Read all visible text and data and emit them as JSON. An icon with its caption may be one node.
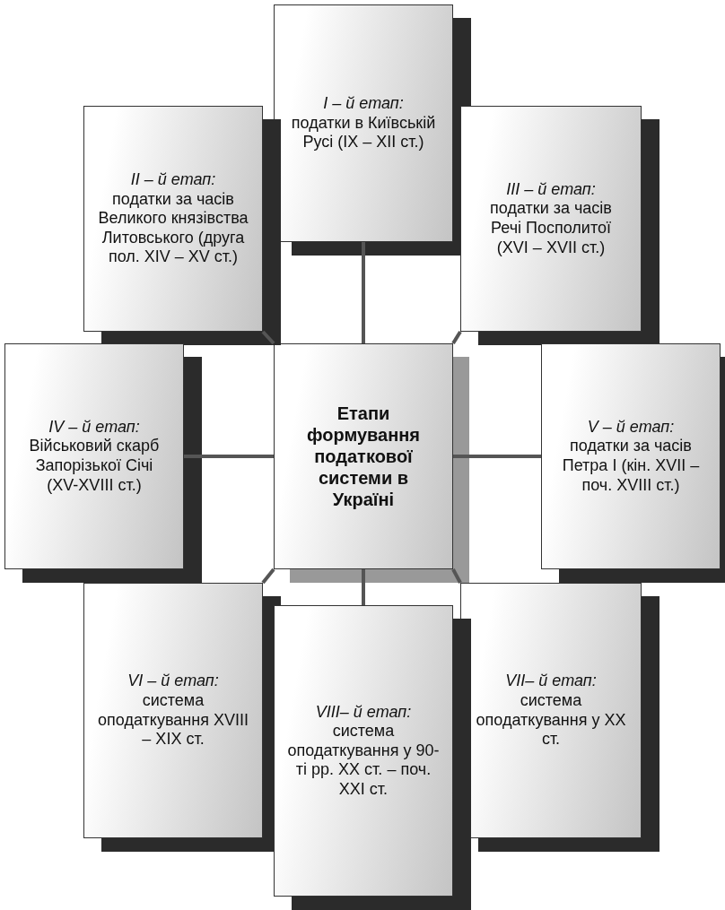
{
  "diagram": {
    "nodes": [
      {
        "text": [
          "Етапи формування податкової системи в Україні"
        ]
      },
      {
        "text": [
          "I – й етап:",
          "податки в Київській Русі (IX – XII ст.)"
        ]
      },
      {
        "text": [
          "II – й етап:",
          "податки за часів Великого князівства Литовського (друга пол. XIV – XV ст.)"
        ]
      },
      {
        "text": [
          "III – й етап:",
          "податки за часів Речі Посполитої (XVI – XVII ст.)"
        ]
      },
      {
        "text": [
          "IV – й етап:",
          "Військовий скарб Запорізької Січі (XV-XVIII ст.)"
        ]
      },
      {
        "text": [
          "V – й етап:",
          "податки за часів Петра I (кін. XVII – поч. XVIII ст.)"
        ]
      },
      {
        "text": [
          "VI – й етап:",
          "система оподаткування XVIII – XIX ст."
        ]
      },
      {
        "text": [
          "VII– й етап:",
          "система оподаткування у XX ст."
        ]
      },
      {
        "text": [
          "VIII– й етап:",
          "система оподаткування у 90-ті рр. XX ст. – поч. XXI ст."
        ]
      }
    ],
    "edges": [
      {
        "from": 0,
        "to": 1,
        "arrow": "none"
      },
      {
        "from": 0,
        "to": 2,
        "arrow": "none"
      },
      {
        "from": 0,
        "to": 3,
        "arrow": "none"
      },
      {
        "from": 0,
        "to": 4,
        "arrow": "none"
      },
      {
        "from": 0,
        "to": 5,
        "arrow": "none"
      },
      {
        "from": 0,
        "to": 6,
        "arrow": "none"
      },
      {
        "from": 0,
        "to": 7,
        "arrow": "none"
      },
      {
        "from": 0,
        "to": 8,
        "arrow": "none"
      }
    ]
  }
}
